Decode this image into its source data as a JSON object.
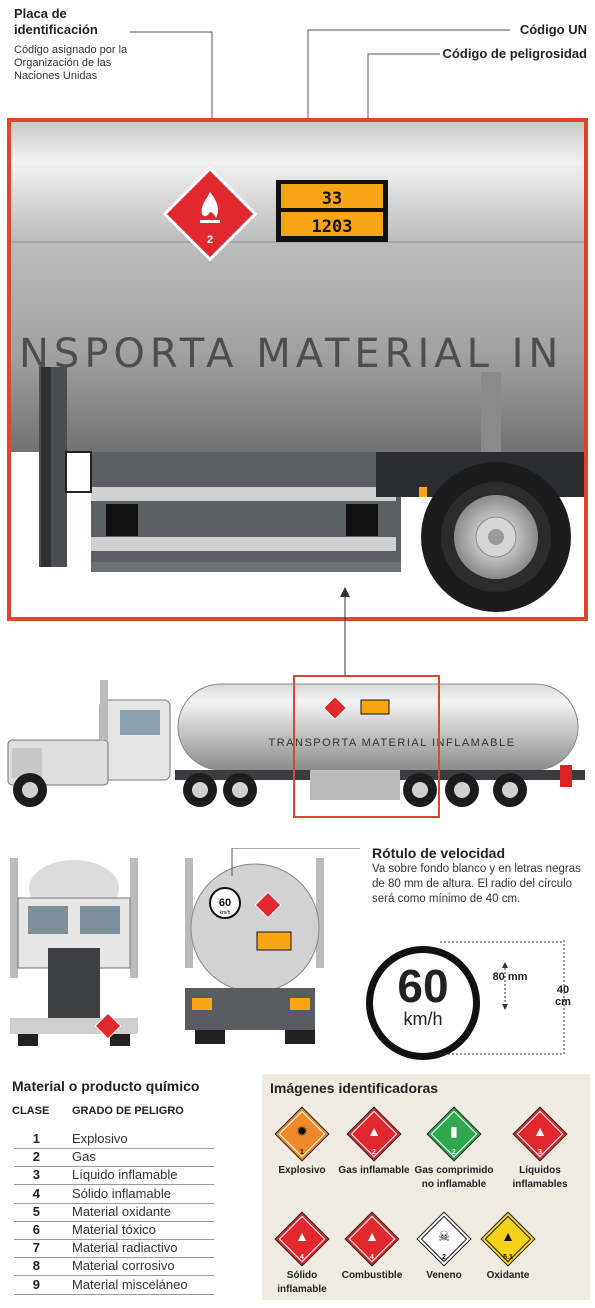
{
  "header": {
    "placa_title": "Placa de identificación",
    "placa_desc": "Código asignado por la Organización de las Naciones Unidas",
    "codigo_un": "Código UN",
    "codigo_peligrosidad": "Código de peligrosidad"
  },
  "tank": {
    "hazard_code": "33",
    "un_code": "1203",
    "diamond_class": "2",
    "text_large": "NSPORTA MATERIAL IN",
    "text_small": "TRANSPORTA MATERIAL INFLAMABLE"
  },
  "speed": {
    "title": "Rótulo de velocidad",
    "desc": "Va sobre fondo blanco y en letras negras de 80 mm de altura. El radio del círculo será como mínimo de 40 cm.",
    "value": "60",
    "unit": "km/h",
    "dim_letters": "80 mm",
    "dim_circle": "40 cm"
  },
  "materials": {
    "title": "Material o producto químico",
    "col_clase": "CLASE",
    "col_grado": "GRADO DE PELIGRO",
    "rows": [
      {
        "clase": "1",
        "grado": "Explosivo"
      },
      {
        "clase": "2",
        "grado": "Gas"
      },
      {
        "clase": "3",
        "grado": "Líquido inflamable"
      },
      {
        "clase": "4",
        "grado": "Sólido inflamable"
      },
      {
        "clase": "5",
        "grado": "Material oxidante"
      },
      {
        "clase": "6",
        "grado": "Material tóxico"
      },
      {
        "clase": "7",
        "grado": "Material radiactivo"
      },
      {
        "clase": "8",
        "grado": "Material corrosivo"
      },
      {
        "clase": "9",
        "grado": "Material misceláneo"
      }
    ]
  },
  "identificadoras": {
    "title": "Imágenes identificadoras",
    "items": [
      {
        "label": "Explosivo",
        "color": "#f0892a",
        "num": "1",
        "icon": "explosion-icon"
      },
      {
        "label": "Gas inflamable",
        "color": "#e0282e",
        "num": "2",
        "icon": "flame-icon"
      },
      {
        "label": "Gas comprimido no inflamable",
        "color": "#2fa84f",
        "num": "2",
        "icon": "gas-cylinder-icon"
      },
      {
        "label": "Líquidos inflamables",
        "color": "#e0282e",
        "num": "3",
        "icon": "flame-icon"
      },
      {
        "label": "Sólido inflamable",
        "color": "#e0282e",
        "num": "4",
        "icon": "flame-icon"
      },
      {
        "label": "Combustible",
        "color": "#e0282e",
        "num": "4",
        "icon": "flame-icon"
      },
      {
        "label": "Veneno",
        "color": "#ffffff",
        "num": "2",
        "icon": "skull-icon"
      },
      {
        "label": "Oxidante",
        "color": "#f5d21c",
        "num": "5.1",
        "icon": "oxidizer-flame-icon"
      }
    ]
  },
  "colors": {
    "accent_red": "#e2462a",
    "hazard_red": "#e0282e",
    "placard_orange": "#f7a415",
    "panel_bg": "#efebe3"
  }
}
